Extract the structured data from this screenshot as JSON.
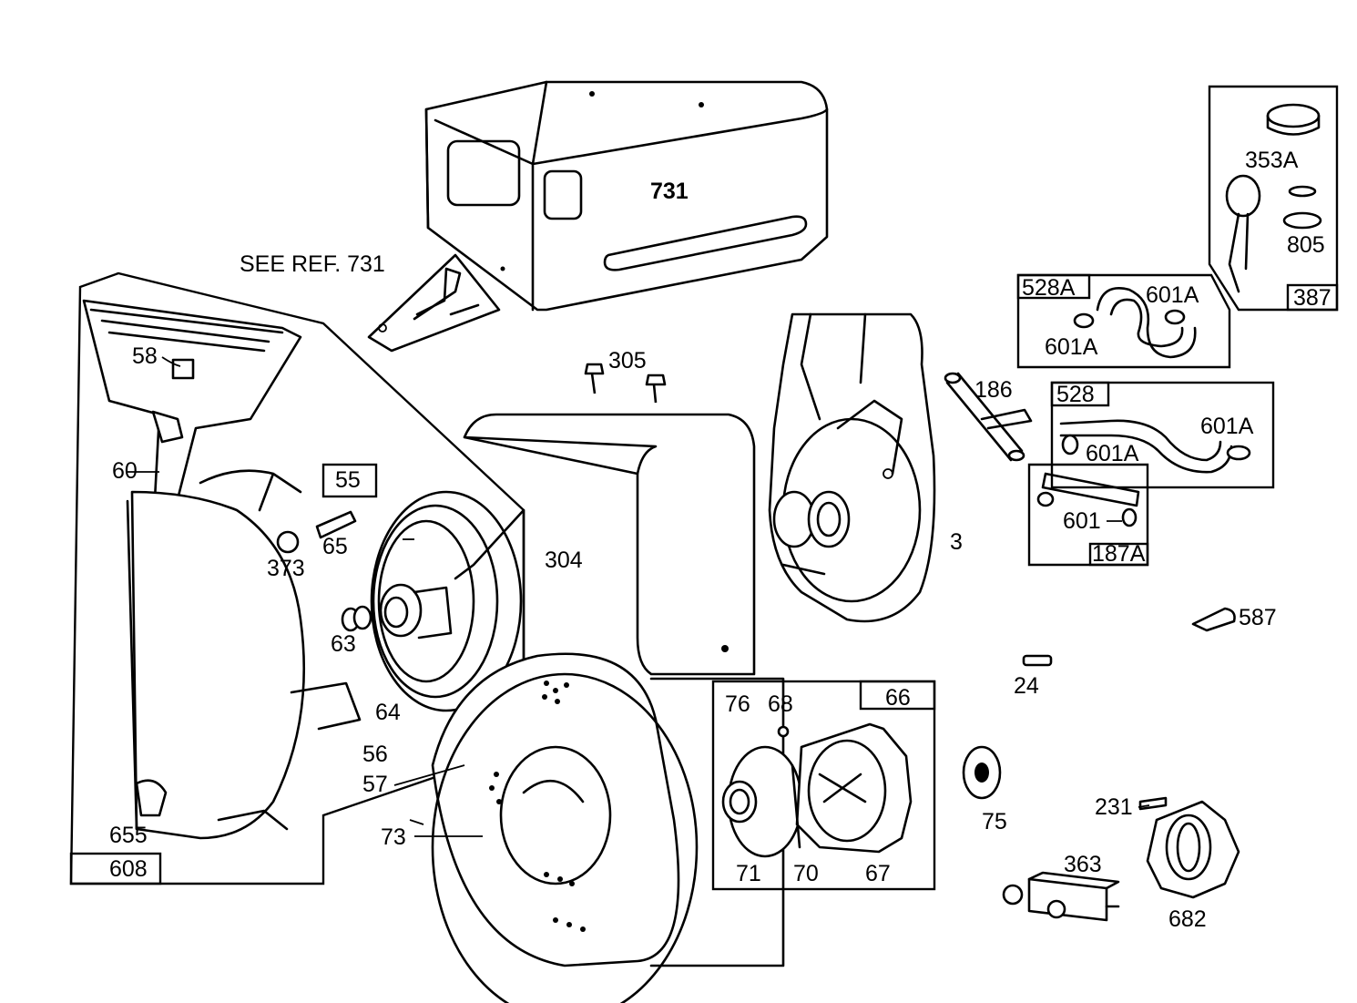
{
  "diagram": {
    "labels": {
      "p731": "731",
      "see_ref": "SEE REF. 731",
      "p353a": "353A",
      "p805": "805",
      "p387": "387",
      "p528a": "528A",
      "p601a_1": "601A",
      "p601a_2": "601A",
      "p58": "58",
      "p305": "305",
      "p186": "186",
      "p528": "528",
      "p601a_3": "601A",
      "p601a_4": "601A",
      "p60": "60",
      "p55": "55",
      "p373": "373",
      "p65": "65",
      "p304": "304",
      "p3": "3",
      "p601": "601",
      "p187a": "187A",
      "p587": "587",
      "p63": "63",
      "p64": "64",
      "p24": "24",
      "p76": "76",
      "p68": "68",
      "p66": "66",
      "p56": "56",
      "p57": "57",
      "p655": "655",
      "p75": "75",
      "p231": "231",
      "p73": "73",
      "p71": "71",
      "p70": "70",
      "p67": "67",
      "p608": "608",
      "p363": "363",
      "p682": "682"
    }
  }
}
